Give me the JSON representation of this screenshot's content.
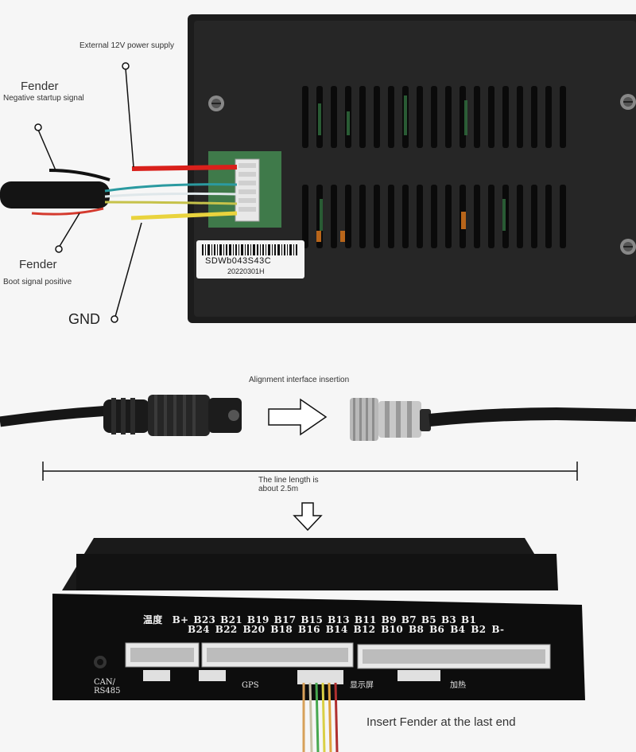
{
  "labels": {
    "external_power": "External 12V power supply",
    "fender_top": "Fender",
    "negative_startup": "Negative startup signal",
    "fender_bottom": "Fender",
    "boot_signal": "Boot signal positive",
    "gnd": "GND",
    "alignment": "Alignment interface insertion",
    "line_length": "The line length is about 2.5m",
    "insert_fender": "Insert Fender at the last end"
  },
  "device_label": {
    "model": "SDWb043S43C",
    "date": "20220301H"
  },
  "pins_top": [
    "温度",
    "B+",
    "B23",
    "B21",
    "B19",
    "B17",
    "B15",
    "B13",
    "B11",
    "B9",
    "B7",
    "B5",
    "B3",
    "B1"
  ],
  "pins_bottom": [
    "B24",
    "B22",
    "B20",
    "B18",
    "B16",
    "B14",
    "B12",
    "B10",
    "B8",
    "B6",
    "B4",
    "B2",
    "B-"
  ],
  "connectors": {
    "can": "CAN/\nRS485",
    "gps": "GPS",
    "display": "显示屏",
    "heat": "加热"
  }
}
